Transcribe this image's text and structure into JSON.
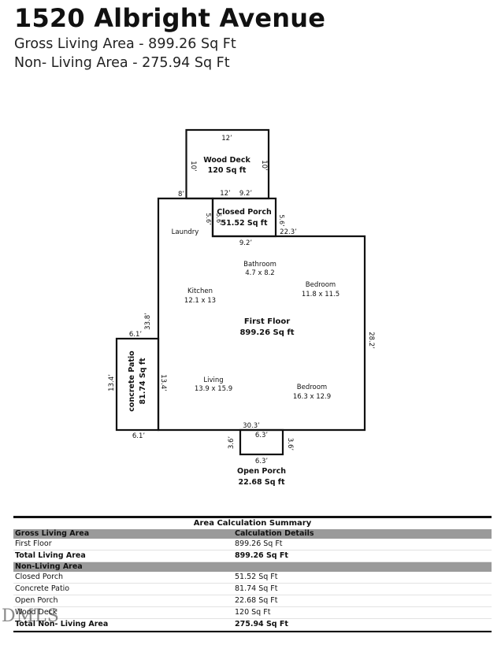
{
  "header": {
    "title": "1520 Albright Avenue",
    "gla_line": "Gross Living Area - 899.26 Sq Ft",
    "nla_line": "Non- Living Area - 275.94 Sq Ft"
  },
  "plan": {
    "wood_deck": {
      "name": "Wood Deck",
      "area": "120 Sq ft",
      "top": "12’",
      "left": "10’",
      "right": "10’",
      "bottom": "12’"
    },
    "closed_porch": {
      "name": "Closed Porch",
      "area": "51.52 Sq ft",
      "left": "5.6’",
      "right": "5.6’",
      "top": "9.2’",
      "bottom": "9.2’"
    },
    "open_porch": {
      "name": "Open Porch",
      "area": "22.68 Sq ft",
      "top": "6.3’",
      "bottom": "6.3’",
      "left": "3.6’",
      "right": "3.6’"
    },
    "concrete_patio": {
      "name": "concrete Patio",
      "area": "81.74 Sq ft",
      "top": "6.1’",
      "bottom": "6.1’",
      "left": "13.4’",
      "right": "13.4’"
    },
    "first_floor": {
      "name": "First Floor",
      "area": "899.26 Sq ft"
    },
    "dims": {
      "top_left": "8’",
      "top_right": "22.3’",
      "left": "33.8’",
      "right": "28.2’",
      "bottom": "30.3’"
    },
    "rooms": [
      {
        "name": "Laundry",
        "size": ""
      },
      {
        "name": "Bathroom",
        "size": "4.7 x 8.2"
      },
      {
        "name": "Kitchen",
        "size": "12.1 x 13"
      },
      {
        "name": "Bedroom",
        "size": "11.8 x 11.5"
      },
      {
        "name": "Living",
        "size": "13.9 x 15.9"
      },
      {
        "name": "Bedroom",
        "size": "16.3 x 12.9"
      }
    ]
  },
  "summary": {
    "caption": "Area Calculation Summary",
    "gla_header": "Gross Living Area",
    "details_header": "Calculation Details",
    "gla_rows": [
      {
        "label": "First Floor",
        "value": "899.26 Sq Ft"
      }
    ],
    "gla_total": {
      "label": "Total Living Area",
      "value": "899.26 Sq Ft"
    },
    "nla_header": "Non-Living Area",
    "nla_rows": [
      {
        "label": "Closed Porch",
        "value": "51.52 Sq Ft"
      },
      {
        "label": "Concrete Patio",
        "value": "81.74 Sq Ft"
      },
      {
        "label": "Open Porch",
        "value": "22.68 Sq Ft"
      },
      {
        "label": "Wood Deck",
        "value": "120 Sq Ft"
      }
    ],
    "nla_total": {
      "label": "Total Non- Living Area",
      "value": "275.94 Sq Ft"
    }
  },
  "watermark": "DMLS"
}
